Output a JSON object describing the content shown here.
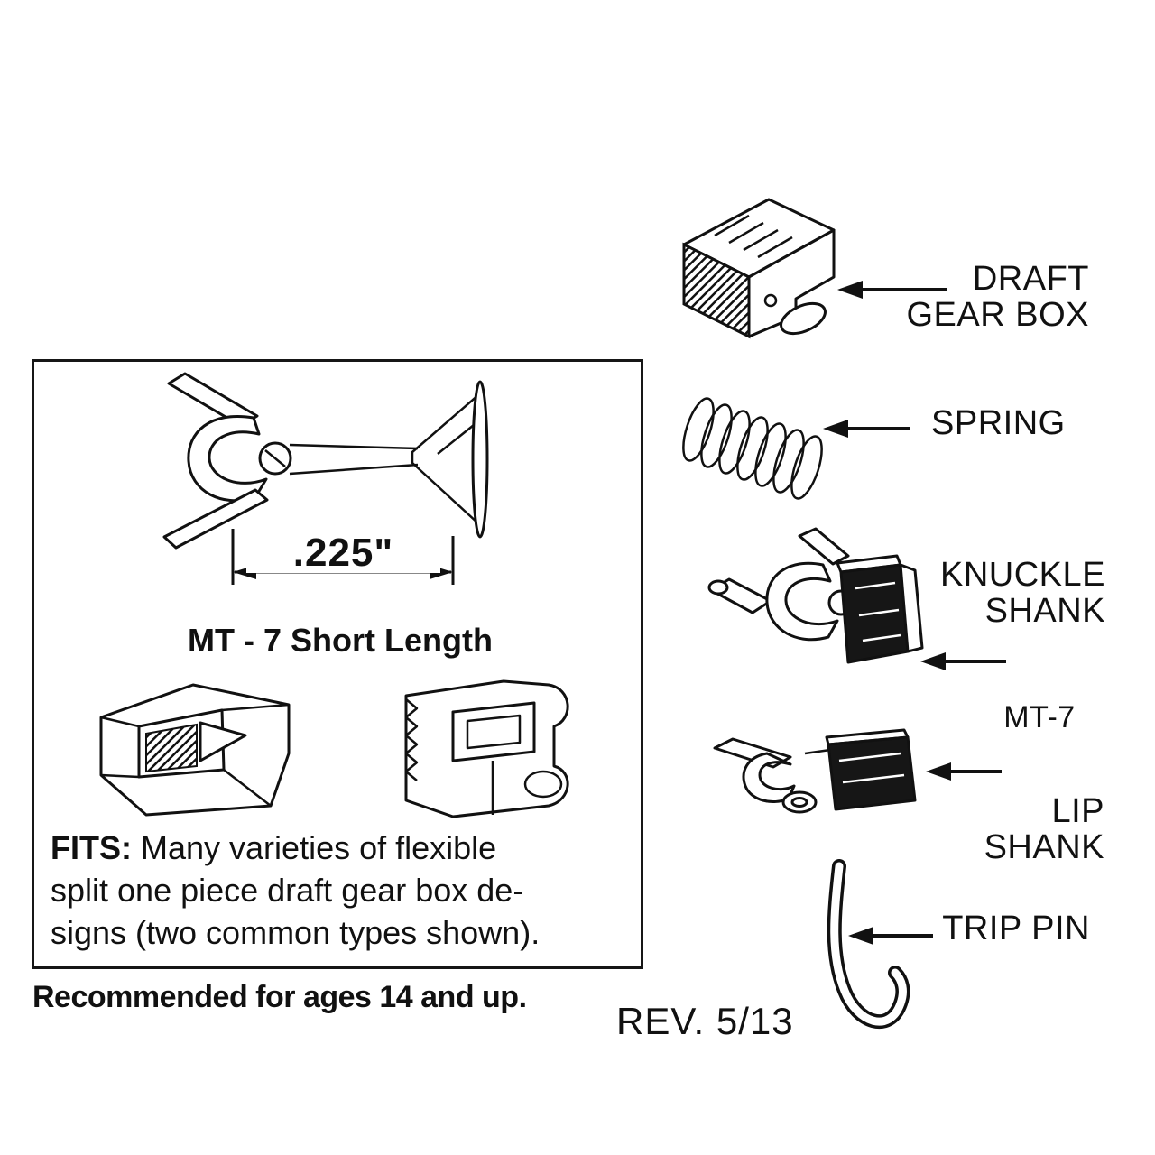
{
  "document": {
    "background": "#ffffff",
    "ink": "#111111"
  },
  "left_box": {
    "dimension": ".225\"",
    "caption": "MT - 7 Short Length",
    "fits_label": "FITS:",
    "fits_lines": [
      "Many varieties of flexible",
      "split one piece draft gear box de-",
      "signs (two common types shown)."
    ]
  },
  "notes": {
    "age_recommendation": "Recommended for ages 14 and up.",
    "revision": "REV. 5/13"
  },
  "parts": {
    "draft_gear_box": "DRAFT GEAR BOX",
    "spring": "SPRING",
    "knuckle_shank": "KNUCKLE SHANK",
    "mt7": "MT-7",
    "lip_shank": "LIP SHANK",
    "trip_pin": "TRIP PIN"
  }
}
